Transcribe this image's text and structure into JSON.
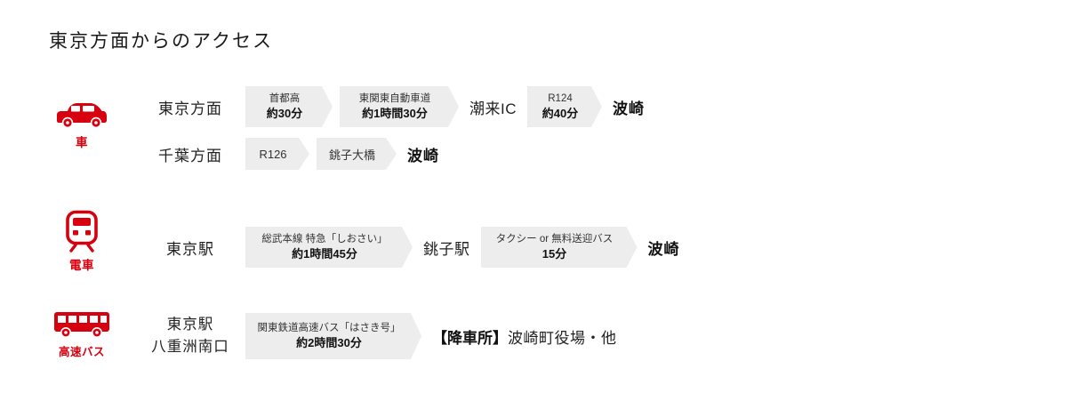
{
  "title": "東京方面からのアクセス",
  "colors": {
    "accent": "#d7000f",
    "chevron_bg": "#ededed",
    "text": "#222222"
  },
  "sections": {
    "car": {
      "icon": "car-icon",
      "label": "車",
      "route_tokyo": {
        "start": "東京方面",
        "step1": {
          "line1": "首都高",
          "line2": "約30分"
        },
        "step2": {
          "line1": "東関東自動車道",
          "line2": "約1時間30分"
        },
        "via": "潮来IC",
        "step3": {
          "line1": "R124",
          "line2": "約40分"
        },
        "dest": "波崎"
      },
      "route_chiba": {
        "start": "千葉方面",
        "step1": "R126",
        "step2": "銚子大橋",
        "dest": "波崎"
      }
    },
    "train": {
      "icon": "train-icon",
      "label": "電車",
      "route": {
        "start": "東京駅",
        "step1": {
          "line1": "総武本線 特急「しおさい」",
          "line2": "約1時間45分"
        },
        "via": "銚子駅",
        "step2": {
          "line1": "タクシー or 無料送迎バス",
          "line2": "15分"
        },
        "dest": "波崎"
      }
    },
    "bus": {
      "icon": "bus-icon",
      "label": "高速バス",
      "route": {
        "start_line1": "東京駅",
        "start_line2": "八重洲南口",
        "step1": {
          "line1": "関東鉄道高速バス「はさき号」",
          "line2": "約2時間30分"
        },
        "dest_prefix": "【降車所】",
        "dest": "波崎町役場・他"
      }
    }
  }
}
